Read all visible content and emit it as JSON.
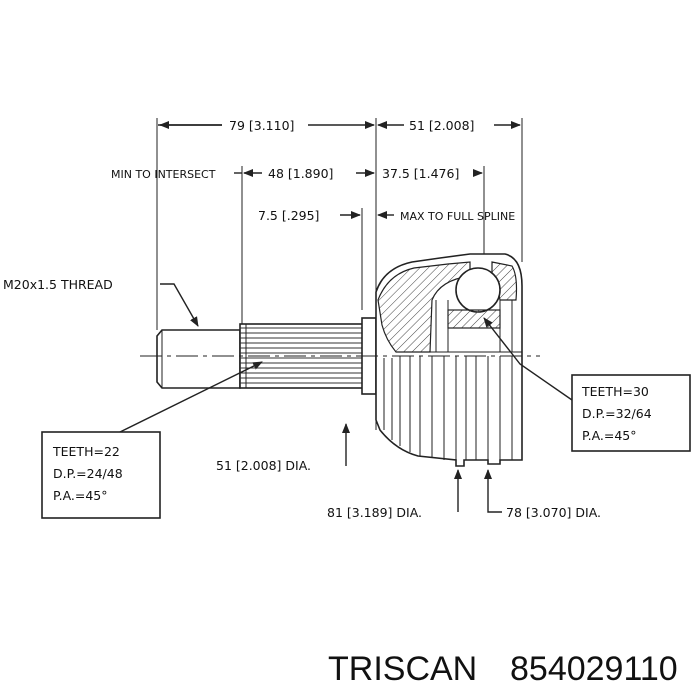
{
  "dimensions": {
    "length_79": "79 [3.110]",
    "length_51": "51 [2.008]",
    "min_to_intersect": "MIN TO INTERSECT",
    "length_48": "48 [1.890]",
    "length_37_5": "37.5 [1.476]",
    "length_7_5": "7.5 [.295]",
    "max_to_full_spline": "MAX TO FULL SPLINE",
    "thread": "M20x1.5 THREAD",
    "dia_51": "51 [2.008] DIA.",
    "dia_81": "81 [3.189] DIA.",
    "dia_78": "78 [3.070] DIA."
  },
  "spline_inner": {
    "teeth": "TEETH=22",
    "dp": "D.P.=24/48",
    "pa": "P.A.=45°"
  },
  "spline_outer": {
    "teeth": "TEETH=30",
    "dp": "D.P.=32/64",
    "pa": "P.A.=45°"
  },
  "footer": {
    "brand": "TRISCAN",
    "part_number": "854029110"
  }
}
